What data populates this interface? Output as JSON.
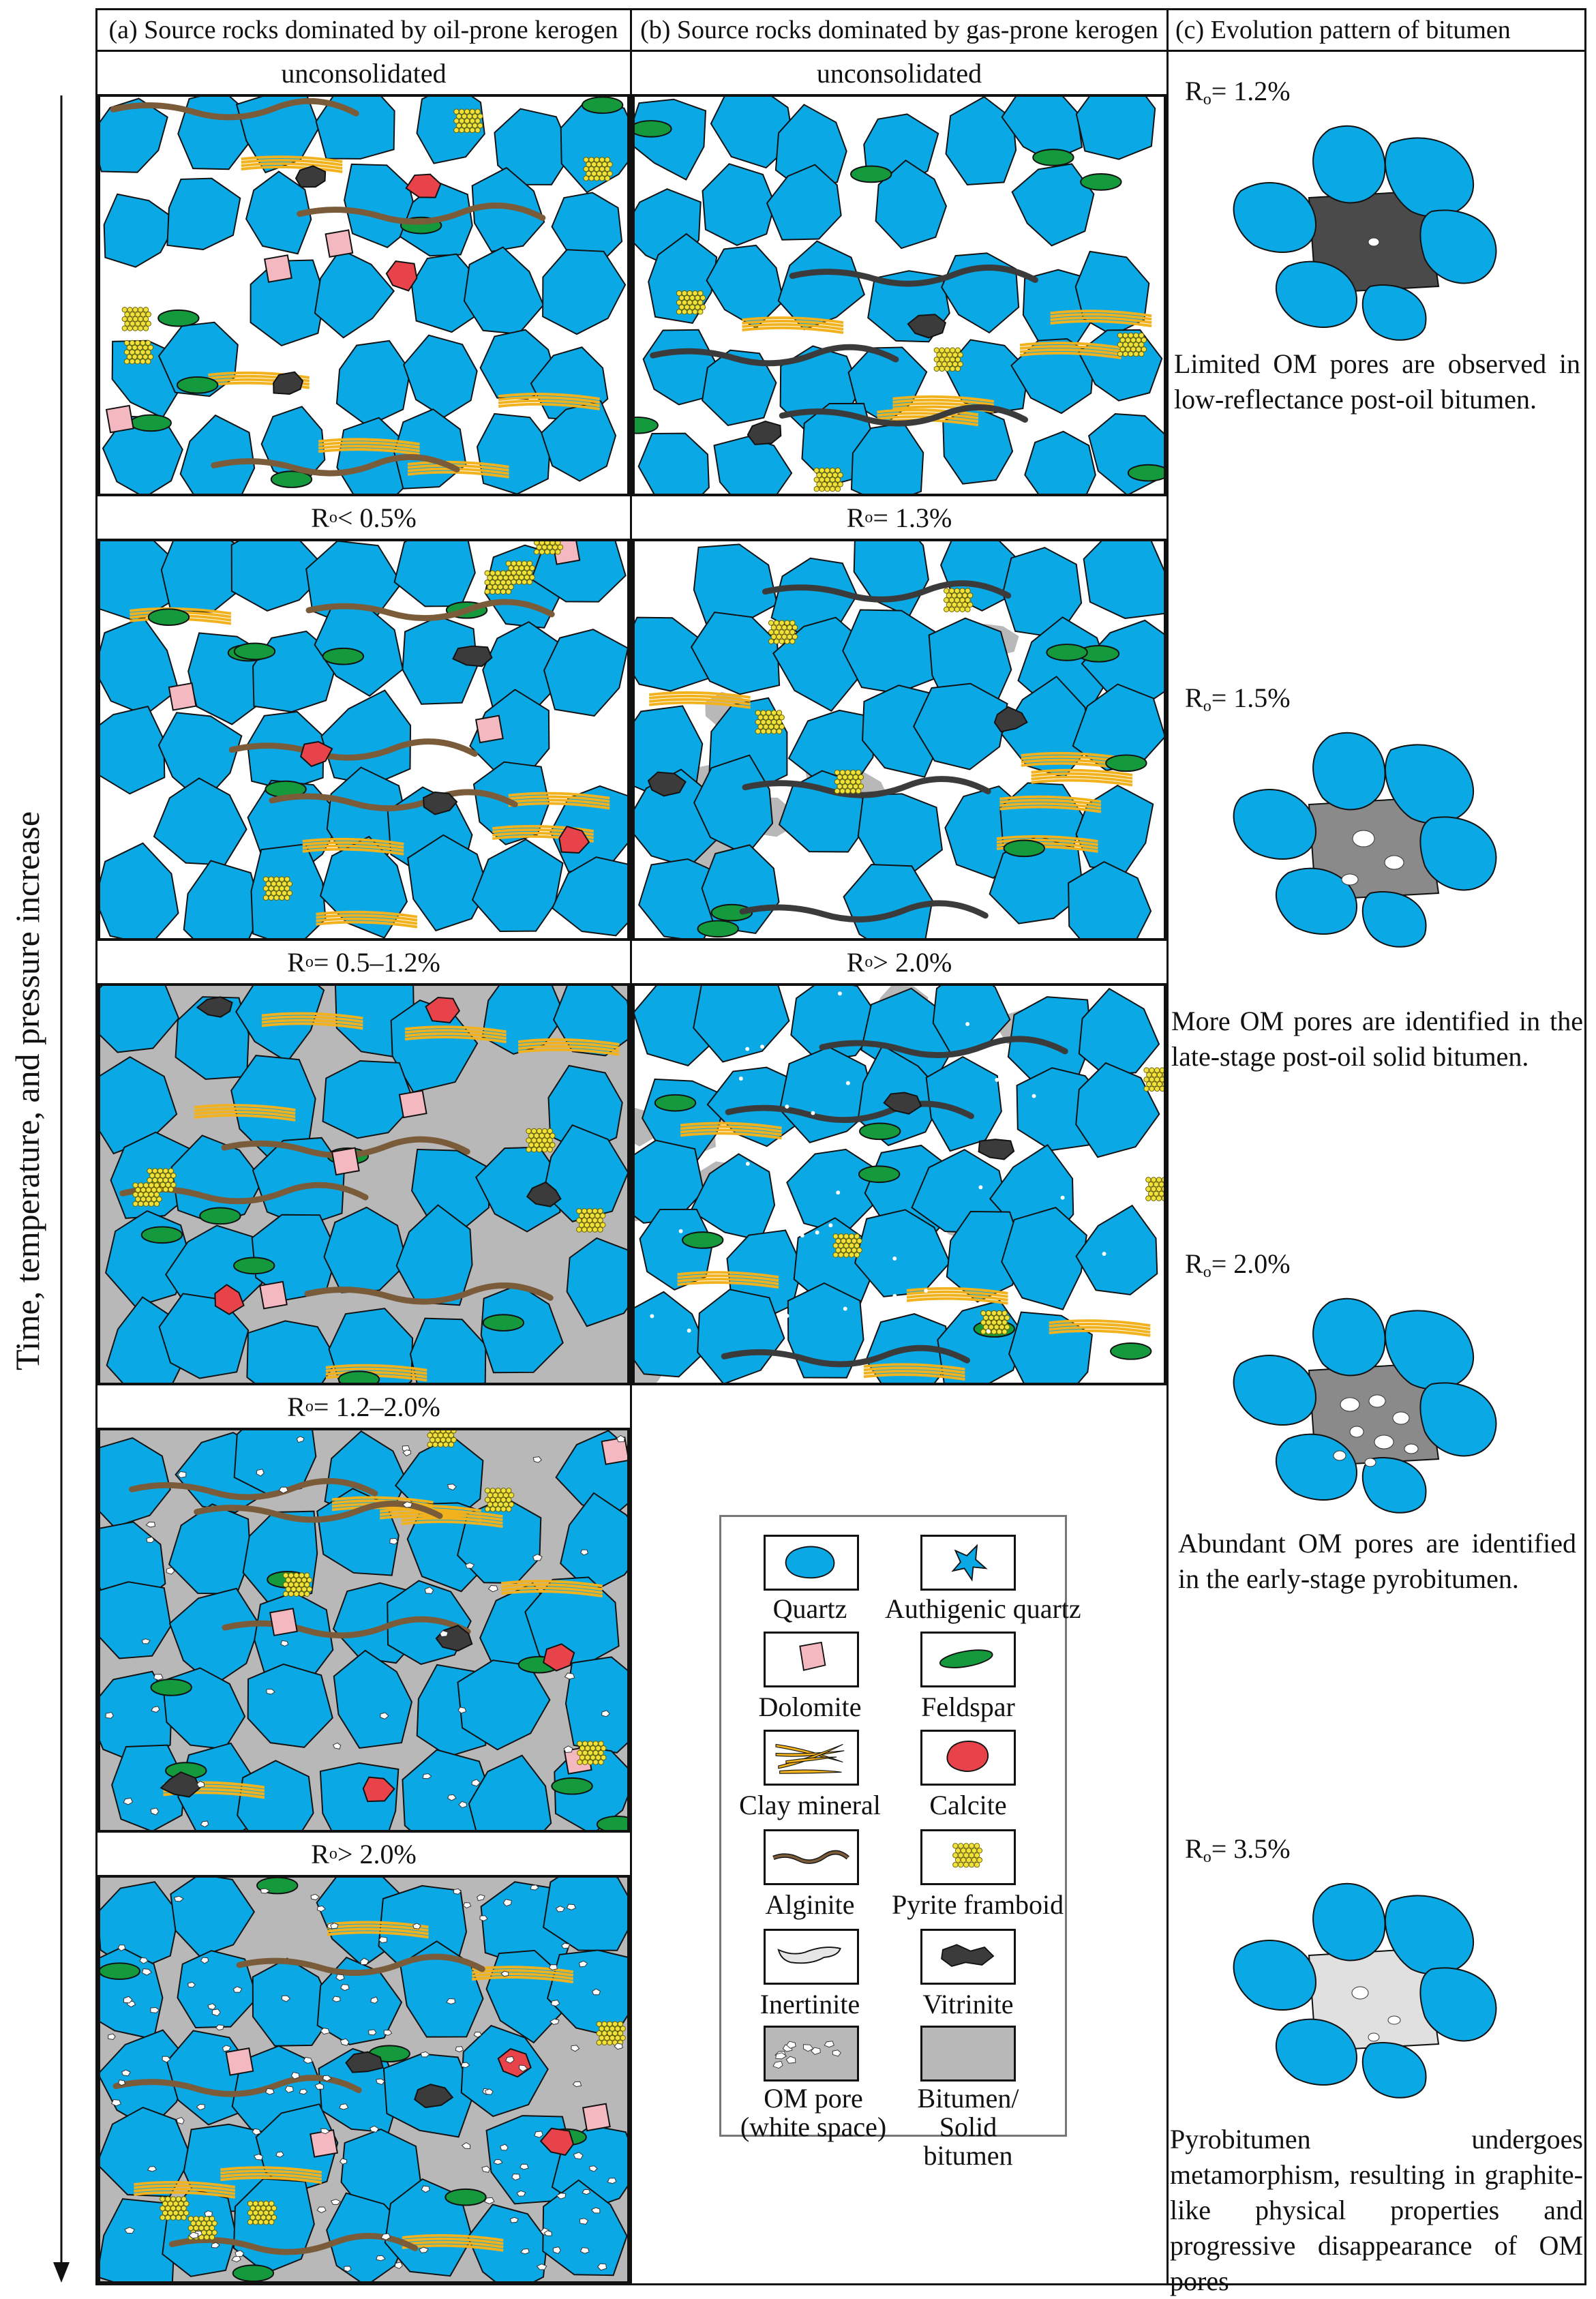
{
  "headers": {
    "a": "(a) Source rocks dominated by oil-prone kerogen",
    "b": "(b) Source rocks dominated by gas-prone kerogen",
    "c": "(c)  Evolution pattern of bitumen"
  },
  "axis_label": "Time, temperature, and pressure increase",
  "column_a": {
    "stages": [
      {
        "prefix": "",
        "sub": "",
        "value": "unconsolidated"
      },
      {
        "prefix": "R",
        "sub": "o",
        "value": "< 0.5%"
      },
      {
        "prefix": "R",
        "sub": "o",
        "value": "= 0.5–1.2%"
      },
      {
        "prefix": "R",
        "sub": "o",
        "value": "= 1.2–2.0%"
      },
      {
        "prefix": "R",
        "sub": "o",
        "value": "> 2.0%"
      }
    ]
  },
  "column_b": {
    "stages": [
      {
        "prefix": "",
        "sub": "",
        "value": "unconsolidated"
      },
      {
        "prefix": "R",
        "sub": "o",
        "value": "= 1.3%"
      },
      {
        "prefix": "R",
        "sub": "o",
        "value": "> 2.0%"
      }
    ]
  },
  "column_c": {
    "items": [
      {
        "ro_prefix": "R",
        "ro_sub": "o",
        "ro_value": "= 1.2%",
        "caption": "Limited OM pores are observed in low-reflectance post-oil bitumen."
      },
      {
        "ro_prefix": "R",
        "ro_sub": "o",
        "ro_value": "= 1.5%",
        "caption": "More OM pores are identified in the late-stage post-oil solid bitumen."
      },
      {
        "ro_prefix": "R",
        "ro_sub": "o",
        "ro_value": "= 2.0%",
        "caption": "Abundant OM pores are identified in the early-stage pyrobitumen."
      },
      {
        "ro_prefix": "R",
        "ro_sub": "o",
        "ro_value": "= 3.5%",
        "caption": "Pyrobitumen undergoes metamorphism, resulting in graphite-like physical properties and progressive disappearance of OM pores"
      }
    ]
  },
  "legend": {
    "items": [
      {
        "label": "Quartz",
        "symbol": "quartz"
      },
      {
        "label": "Authigenic quartz",
        "symbol": "authigenic-quartz"
      },
      {
        "label": "Dolomite",
        "symbol": "dolomite"
      },
      {
        "label": "Feldspar",
        "symbol": "feldspar"
      },
      {
        "label": "Clay mineral",
        "symbol": "clay"
      },
      {
        "label": "Calcite",
        "symbol": "calcite"
      },
      {
        "label": "Alginite",
        "symbol": "alginite"
      },
      {
        "label": "Pyrite framboid",
        "symbol": "pyrite"
      },
      {
        "label": "Inertinite",
        "symbol": "inertinite"
      },
      {
        "label": "Vitrinite",
        "symbol": "vitrinite"
      },
      {
        "label": "OM pore (white space)",
        "symbol": "om-pore"
      },
      {
        "label": "Bitumen/ Solid bitumen",
        "symbol": "bitumen"
      }
    ]
  },
  "colors": {
    "quartz": "#0aa9e6",
    "feldspar": "#149a3c",
    "calcite": "#e8434a",
    "dolomite": "#f4b8c0",
    "clay": "#f2b21e",
    "alginite": "#7a5c3a",
    "pyrite": "#f0e23a",
    "vitrinite": "#3b3b3b",
    "inertinite": "#e6e6e6",
    "bitumen": "#b8b8b8",
    "bitumen_dark": "#4a4a4a",
    "bitumen_mid": "#8a8a8a",
    "bitumen_light": "#e0e0e0"
  }
}
